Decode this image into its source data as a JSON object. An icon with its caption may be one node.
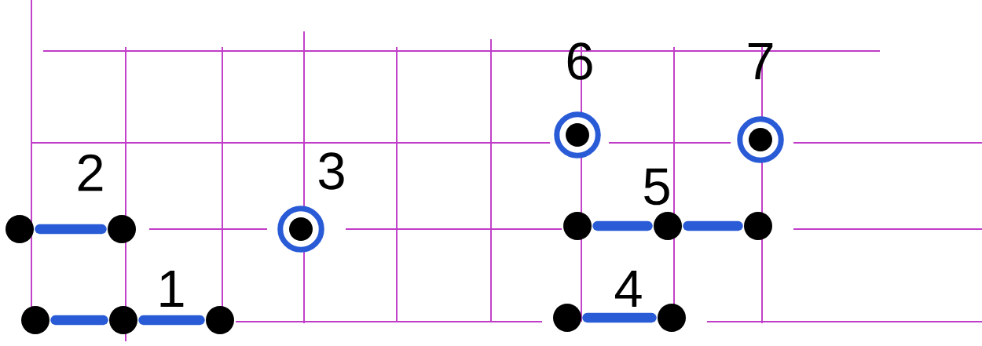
{
  "diagram": {
    "nodes": [
      {
        "text": [],
        "shape": "ring"
      },
      {
        "text": [],
        "shape": "ring"
      },
      {
        "text": [],
        "shape": "circle"
      },
      {
        "text": [],
        "shape": "circle"
      },
      {
        "text": [],
        "shape": "ring"
      },
      {
        "text": [],
        "shape": "circle"
      },
      {
        "text": [],
        "shape": "circle"
      },
      {
        "text": [],
        "shape": "circle"
      },
      {
        "text": [],
        "shape": "circle"
      },
      {
        "text": [],
        "shape": "circle"
      },
      {
        "text": [],
        "shape": "circle"
      },
      {
        "text": [],
        "shape": "circle"
      },
      {
        "text": [],
        "shape": "circle"
      }
    ],
    "edges": [
      {
        "from": 2,
        "to": 3,
        "arrow": "none"
      },
      {
        "from": 5,
        "to": 6,
        "arrow": "none"
      },
      {
        "from": 6,
        "to": 7,
        "arrow": "none"
      },
      {
        "from": 8,
        "to": 9,
        "arrow": "none"
      },
      {
        "from": 9,
        "to": 10,
        "arrow": "none"
      },
      {
        "from": 11,
        "to": 12,
        "arrow": "none"
      }
    ],
    "labels": [
      "6",
      "7",
      "2",
      "3",
      "5",
      "1",
      "4"
    ]
  }
}
